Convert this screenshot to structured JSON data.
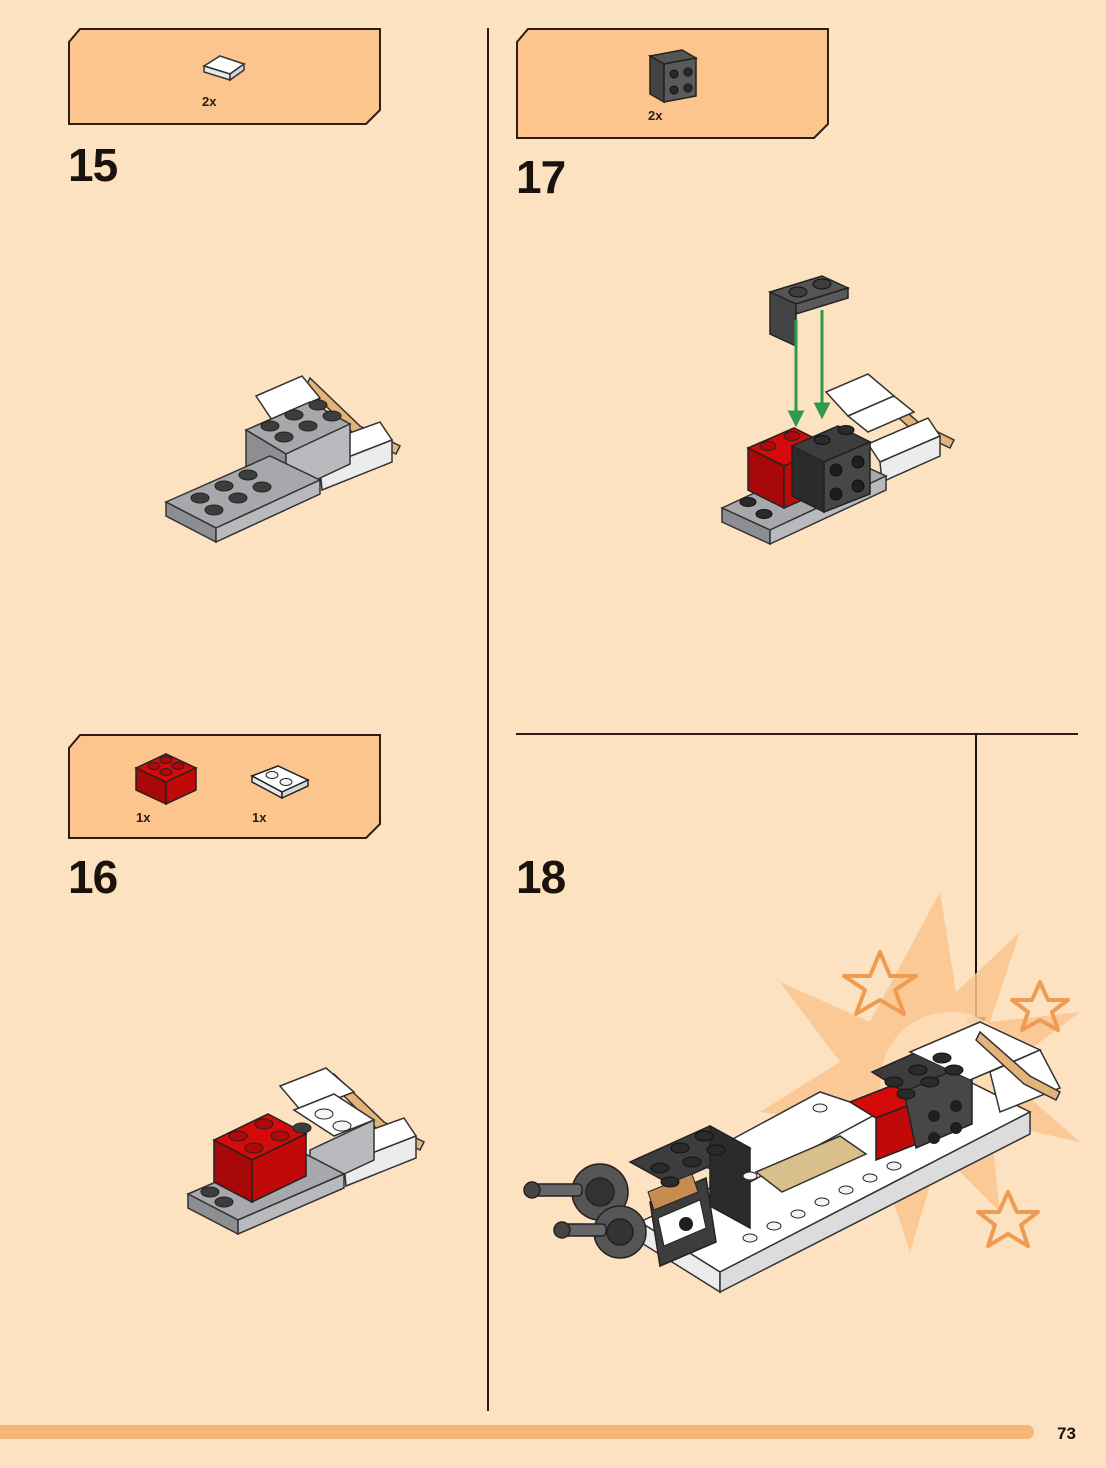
{
  "steps": [
    {
      "number": "15",
      "parts": [
        {
          "qty": "2x",
          "part": "white slope 1x2"
        }
      ]
    },
    {
      "number": "16",
      "parts": [
        {
          "qty": "1x",
          "part": "red brick 2x2"
        },
        {
          "qty": "1x",
          "part": "white plate 1x2"
        }
      ]
    },
    {
      "number": "17",
      "parts": [
        {
          "qty": "2x",
          "part": "dark gray bracket"
        }
      ]
    },
    {
      "number": "18",
      "parts": []
    }
  ],
  "page_number": "73",
  "colors": {
    "background": "#fde2c1",
    "callout": "#fbc58d",
    "footer_bar": "#f7b676",
    "lego_red": "#d50b0b",
    "lego_gray": "#a6a8ab",
    "lego_dark": "#3d3d3d",
    "lego_white": "#ffffff",
    "lego_tan": "#d9bf8a",
    "arrow_green": "#2e9a4d"
  }
}
